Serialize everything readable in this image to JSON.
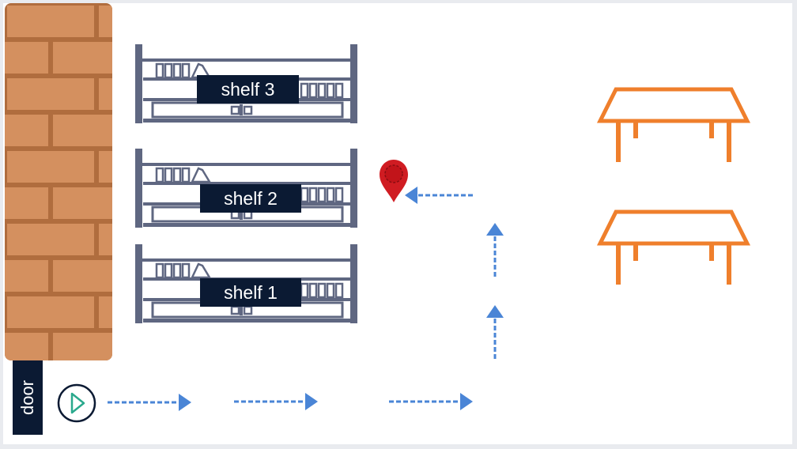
{
  "shelves": [
    {
      "label": "shelf 3"
    },
    {
      "label": "shelf 2"
    },
    {
      "label": "shelf 1"
    }
  ],
  "door": {
    "label": "door"
  },
  "icons": {
    "start": "play-circle-icon",
    "marker": "location-pin-icon",
    "arrow": "dashed-arrow-icon",
    "wall": "brick-wall",
    "table": "table-icon"
  },
  "colors": {
    "brick": "#d4905f",
    "mortar": "#b06d3e",
    "shelf": "#5f6781",
    "label_bg": "#0b1a33",
    "arrow": "#4a85d6",
    "pin": "#d01c22",
    "play": "#2aa98d",
    "table": "#ef7f2c"
  }
}
